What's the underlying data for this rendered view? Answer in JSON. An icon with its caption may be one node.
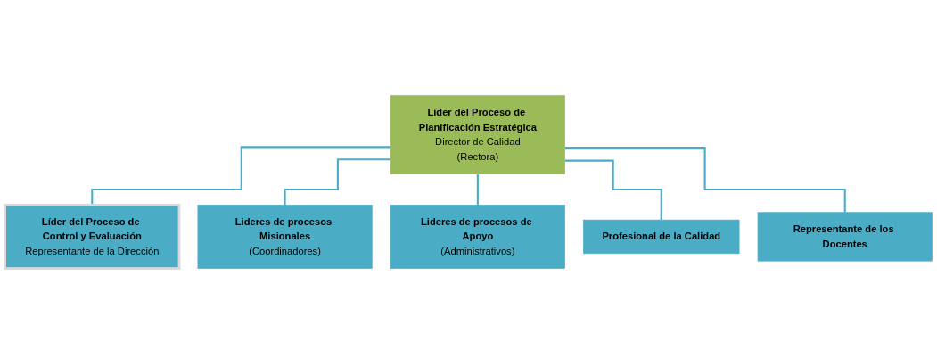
{
  "diagram": {
    "nodes": [
      {
        "text": [
          "Líder del Proceso de Planificación Estratégica",
          "Director de Calidad",
          "(Rectora)"
        ]
      },
      {
        "text": [
          "Líder del Proceso de Control y Evaluación",
          "Representante de la Dirección"
        ]
      },
      {
        "text": [
          "Lideres de procesos Misionales",
          "(Coordinadores)"
        ]
      },
      {
        "text": [
          "Lideres de procesos de Apoyo",
          "(Administrativos)"
        ]
      },
      {
        "text": [
          "Profesional de la Calidad"
        ]
      },
      {
        "text": [
          "Representante de los Docentes"
        ]
      }
    ],
    "edges": [
      {
        "from": 0,
        "to": 1,
        "arrow": "none"
      },
      {
        "from": 0,
        "to": 2,
        "arrow": "none"
      },
      {
        "from": 0,
        "to": 3,
        "arrow": "none"
      },
      {
        "from": 0,
        "to": 4,
        "arrow": "none"
      },
      {
        "from": 0,
        "to": 5,
        "arrow": "none"
      }
    ]
  }
}
